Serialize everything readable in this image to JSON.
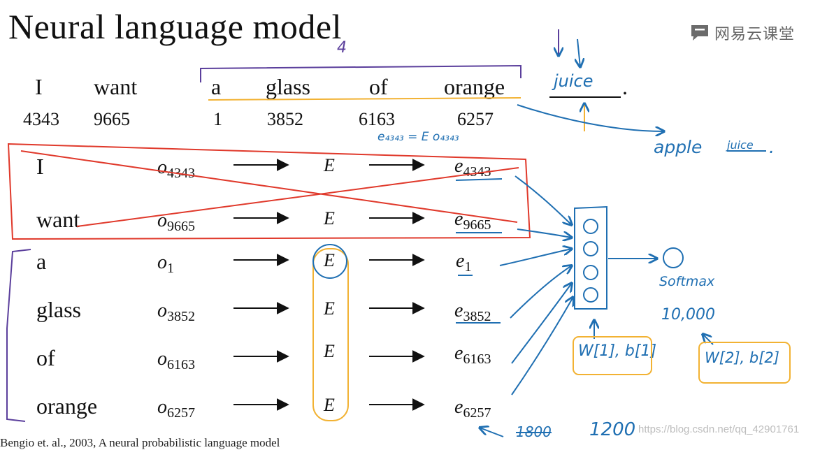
{
  "title": "Neural language model",
  "logo": {
    "text": "网易云课堂",
    "icon": "chat-bubble-icon"
  },
  "sentence": {
    "words": [
      "I",
      "want",
      "a",
      "glass",
      "of",
      "orange"
    ],
    "indices": [
      "4343",
      "9665",
      "1",
      "3852",
      "6163",
      "6257"
    ],
    "blank_word": "juice",
    "period": "."
  },
  "rows": [
    {
      "word": "I",
      "onehot": "o",
      "onehot_sub": "4343",
      "matrix": "E",
      "embed": "e",
      "embed_sub": "4343"
    },
    {
      "word": "want",
      "onehot": "o",
      "onehot_sub": "9665",
      "matrix": "E",
      "embed": "e",
      "embed_sub": "9665"
    },
    {
      "word": "a",
      "onehot": "o",
      "onehot_sub": "1",
      "matrix": "E",
      "embed": "e",
      "embed_sub": "1"
    },
    {
      "word": "glass",
      "onehot": "o",
      "onehot_sub": "3852",
      "matrix": "E",
      "embed": "e",
      "embed_sub": "3852"
    },
    {
      "word": "of",
      "onehot": "o",
      "onehot_sub": "6163",
      "matrix": "E",
      "embed": "e",
      "embed_sub": "6163"
    },
    {
      "word": "orange",
      "onehot": "o",
      "onehot_sub": "6257",
      "matrix": "E",
      "embed": "e",
      "embed_sub": "6257"
    }
  ],
  "annotations": {
    "window_size": "4",
    "equation": "e₄₃₄₃ = E o₄₃₄₃",
    "apple": "apple",
    "apple_juice": "juice",
    "apple_period": ".",
    "softmax": "Softmax",
    "vocab": "10,000",
    "w1": "W[1], b[1]",
    "w2": "W[2], b[2]",
    "dim_old": "1800",
    "dim_new": "1200"
  },
  "watermark": "https://blog.csdn.net/qq_42901761",
  "footer": "Bengio et. al., 2003, A neural probabilistic language model",
  "colors": {
    "ink": "#111111",
    "blue": "#1f6fb2",
    "red": "#e0392b",
    "purple": "#5b3f9c",
    "orange": "#f2b233"
  }
}
